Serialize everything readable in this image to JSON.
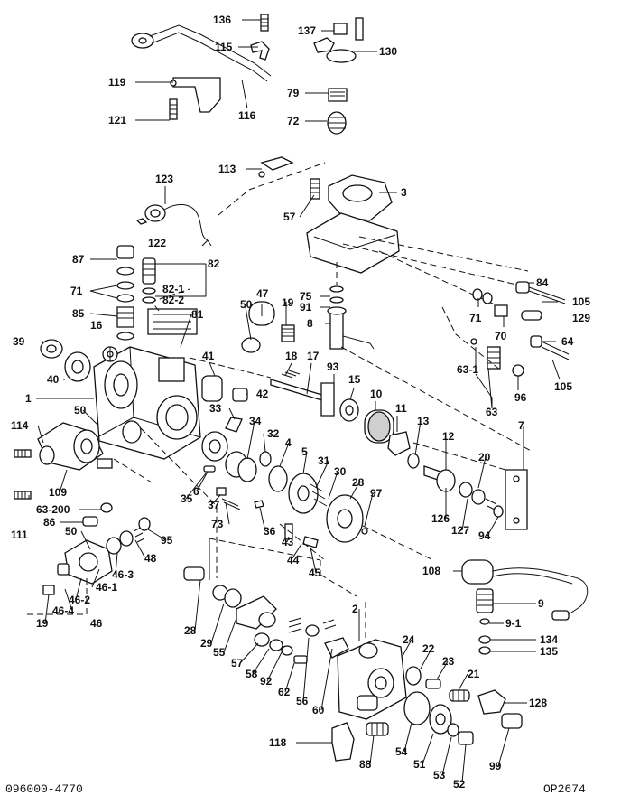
{
  "diagram": {
    "part_number": "096000-4770",
    "drawing_code": "OP2674",
    "callouts": [
      {
        "id": "c136",
        "text": "136"
      },
      {
        "id": "c137",
        "text": "137"
      },
      {
        "id": "c130",
        "text": "130"
      },
      {
        "id": "c115",
        "text": "115"
      },
      {
        "id": "c119",
        "text": "119"
      },
      {
        "id": "c79",
        "text": "79"
      },
      {
        "id": "c116",
        "text": "116"
      },
      {
        "id": "c121",
        "text": "121"
      },
      {
        "id": "c72",
        "text": "72"
      },
      {
        "id": "c113",
        "text": "113"
      },
      {
        "id": "c123",
        "text": "123"
      },
      {
        "id": "c3",
        "text": "3"
      },
      {
        "id": "c57a",
        "text": "57"
      },
      {
        "id": "c122",
        "text": "122"
      },
      {
        "id": "c87",
        "text": "87"
      },
      {
        "id": "c82",
        "text": "82"
      },
      {
        "id": "c71a",
        "text": "71"
      },
      {
        "id": "c82_1",
        "text": "82-1"
      },
      {
        "id": "c82_2",
        "text": "82-2"
      },
      {
        "id": "c85",
        "text": "85"
      },
      {
        "id": "c81",
        "text": "81"
      },
      {
        "id": "c47",
        "text": "47"
      },
      {
        "id": "c50a",
        "text": "50"
      },
      {
        "id": "c19a",
        "text": "19"
      },
      {
        "id": "c75",
        "text": "75"
      },
      {
        "id": "c91",
        "text": "91"
      },
      {
        "id": "c8",
        "text": "8"
      },
      {
        "id": "c84",
        "text": "84"
      },
      {
        "id": "c105a",
        "text": "105"
      },
      {
        "id": "c71b",
        "text": "71"
      },
      {
        "id": "c129",
        "text": "129"
      },
      {
        "id": "c70",
        "text": "70"
      },
      {
        "id": "c64",
        "text": "64"
      },
      {
        "id": "c39",
        "text": "39"
      },
      {
        "id": "c16",
        "text": "16"
      },
      {
        "id": "c18",
        "text": "18"
      },
      {
        "id": "c17",
        "text": "17"
      },
      {
        "id": "c93",
        "text": "93"
      },
      {
        "id": "c63_1",
        "text": "63-1"
      },
      {
        "id": "c105b",
        "text": "105"
      },
      {
        "id": "c40",
        "text": "40"
      },
      {
        "id": "c41",
        "text": "41"
      },
      {
        "id": "c15",
        "text": "15"
      },
      {
        "id": "c96",
        "text": "96"
      },
      {
        "id": "c1",
        "text": "1"
      },
      {
        "id": "c42",
        "text": "42"
      },
      {
        "id": "c10",
        "text": "10"
      },
      {
        "id": "c63",
        "text": "63"
      },
      {
        "id": "c11",
        "text": "11"
      },
      {
        "id": "c33",
        "text": "33"
      },
      {
        "id": "c34",
        "text": "34"
      },
      {
        "id": "c114",
        "text": "114"
      },
      {
        "id": "c50b",
        "text": "50"
      },
      {
        "id": "c13",
        "text": "13"
      },
      {
        "id": "c7",
        "text": "7"
      },
      {
        "id": "c32",
        "text": "32"
      },
      {
        "id": "c4",
        "text": "4"
      },
      {
        "id": "c12",
        "text": "12"
      },
      {
        "id": "c5",
        "text": "5"
      },
      {
        "id": "c31",
        "text": "31"
      },
      {
        "id": "c20",
        "text": "20"
      },
      {
        "id": "c30",
        "text": "30"
      },
      {
        "id": "c109",
        "text": "109"
      },
      {
        "id": "c6",
        "text": "6"
      },
      {
        "id": "c28a",
        "text": "28"
      },
      {
        "id": "c97",
        "text": "97"
      },
      {
        "id": "c35",
        "text": "35"
      },
      {
        "id": "c37",
        "text": "37"
      },
      {
        "id": "c126",
        "text": "126"
      },
      {
        "id": "c127",
        "text": "127"
      },
      {
        "id": "c63_200",
        "text": "63-200"
      },
      {
        "id": "c111",
        "text": "111"
      },
      {
        "id": "c73",
        "text": "73"
      },
      {
        "id": "c36",
        "text": "36"
      },
      {
        "id": "c94",
        "text": "94"
      },
      {
        "id": "c86",
        "text": "86"
      },
      {
        "id": "c50c",
        "text": "50"
      },
      {
        "id": "c95",
        "text": "95"
      },
      {
        "id": "c43",
        "text": "43"
      },
      {
        "id": "c44",
        "text": "44"
      },
      {
        "id": "c45",
        "text": "45"
      },
      {
        "id": "c48",
        "text": "48"
      },
      {
        "id": "c46_3",
        "text": "46-3"
      },
      {
        "id": "c108",
        "text": "108"
      },
      {
        "id": "c46_1",
        "text": "46-1"
      },
      {
        "id": "c46_2",
        "text": "46-2"
      },
      {
        "id": "c9",
        "text": "9"
      },
      {
        "id": "c46_4",
        "text": "46-4"
      },
      {
        "id": "c2",
        "text": "2"
      },
      {
        "id": "c9_1",
        "text": "9-1"
      },
      {
        "id": "c19b",
        "text": "19"
      },
      {
        "id": "c46",
        "text": "46"
      },
      {
        "id": "c28b",
        "text": "28"
      },
      {
        "id": "c134",
        "text": "134"
      },
      {
        "id": "c135",
        "text": "135"
      },
      {
        "id": "c29",
        "text": "29"
      },
      {
        "id": "c55",
        "text": "55"
      },
      {
        "id": "c24",
        "text": "24"
      },
      {
        "id": "c22",
        "text": "22"
      },
      {
        "id": "c57b",
        "text": "57"
      },
      {
        "id": "c58",
        "text": "58"
      },
      {
        "id": "c92",
        "text": "92"
      },
      {
        "id": "c23",
        "text": "23"
      },
      {
        "id": "c62",
        "text": "62"
      },
      {
        "id": "c21",
        "text": "21"
      },
      {
        "id": "c56",
        "text": "56"
      },
      {
        "id": "c60",
        "text": "60"
      },
      {
        "id": "c128",
        "text": "128"
      },
      {
        "id": "c118",
        "text": "118"
      },
      {
        "id": "c88",
        "text": "88"
      },
      {
        "id": "c54",
        "text": "54"
      },
      {
        "id": "c51",
        "text": "51"
      },
      {
        "id": "c53",
        "text": "53"
      },
      {
        "id": "c99",
        "text": "99"
      },
      {
        "id": "c52",
        "text": "52"
      }
    ]
  }
}
